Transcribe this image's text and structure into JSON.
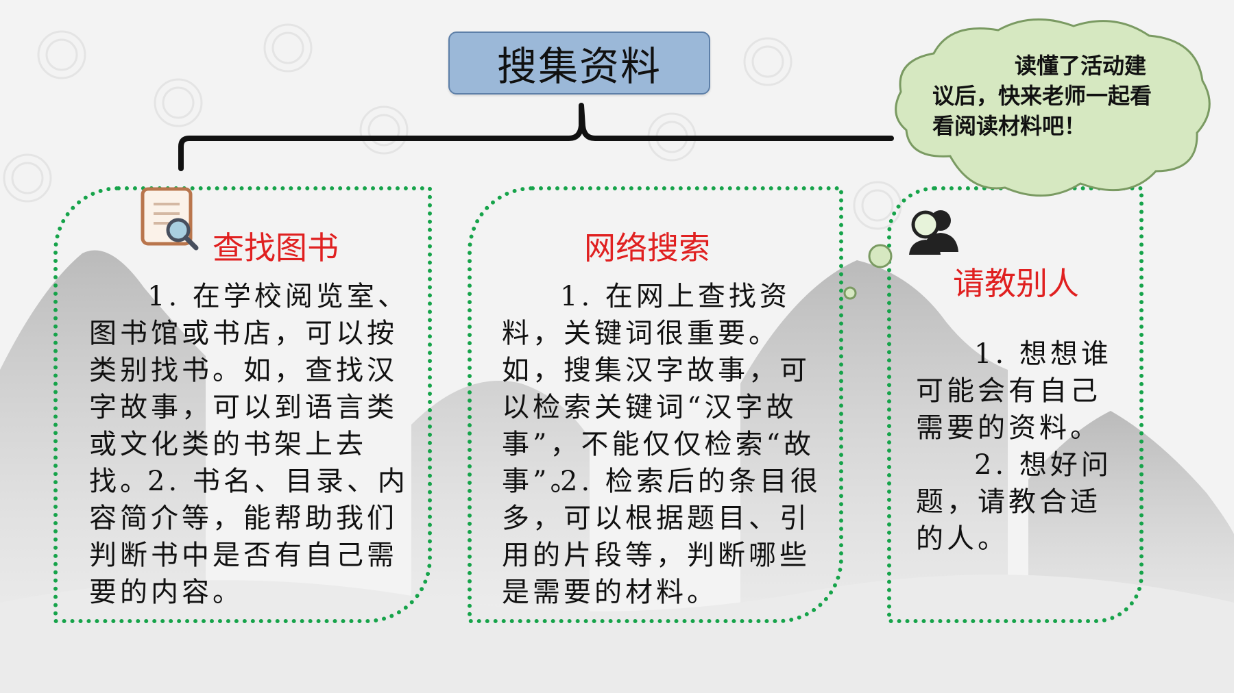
{
  "page": {
    "title": "搜集资料"
  },
  "cards": [
    {
      "title": "查找图书",
      "icon": "book-search-icon",
      "paragraphs": [
        "1. 在学校阅览室、图书馆或书店，可以按类别找书。如，查找汉字故事，可以到语言类或文化类的书架上去找。",
        "2. 书名、目录、内容简介等，能帮助我们判断书中是否有自己需要的内容。"
      ]
    },
    {
      "title": "网络搜索",
      "paragraphs": [
        "1. 在网上查找资料，关键词很重要。如，搜集汉字故事，可以检索关键词“汉字故事”，不能仅仅检索“故事”。",
        "2. 检索后的条目很多，可以根据题目、引用的片段等，判断哪些是需要的材料。"
      ]
    },
    {
      "title": "请教别人",
      "icon": "people-icon",
      "paragraphs": [
        "1. 想想谁可能会有自己需要的资料。",
        "2. 想好问题，请教合适的人。"
      ]
    }
  ],
  "bubble": {
    "text": "读懂了活动建议后，快来老师一起看看阅读材料吧！"
  },
  "colors": {
    "title_box": "#9bb8d8",
    "title_border": "#5d7fa8",
    "card_border": "#16a34a",
    "card_title": "#e02020",
    "bubble_fill": "#d6e8c1",
    "bubble_stroke": "#7a9a62"
  }
}
